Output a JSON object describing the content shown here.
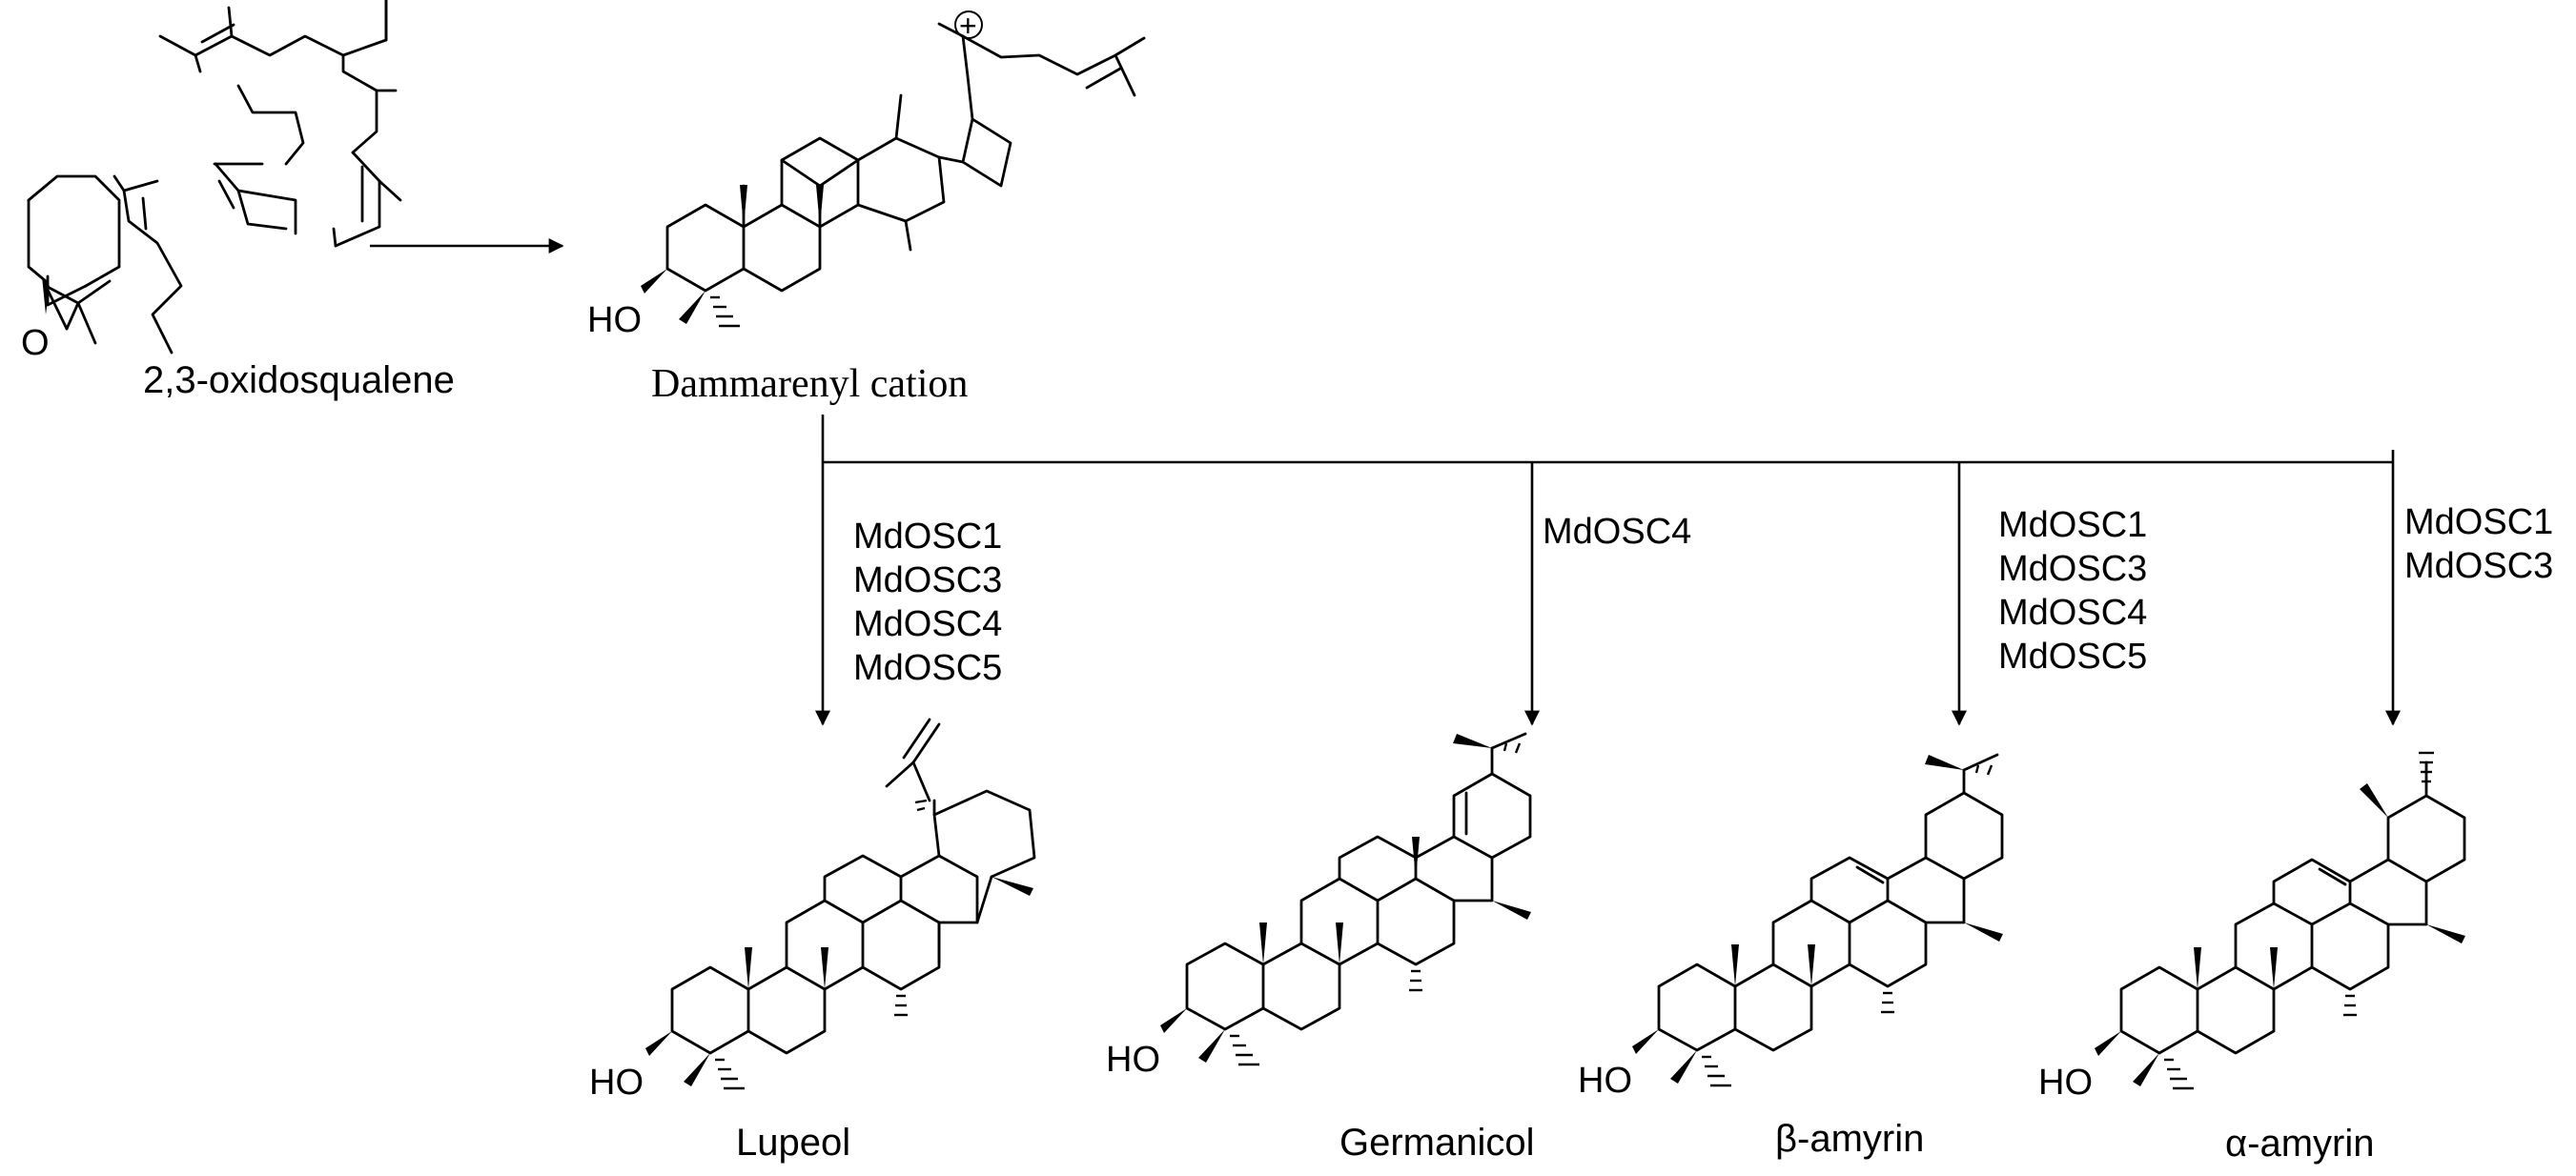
{
  "diagram": {
    "substrate_label": "2,3-oxidosqualene",
    "intermediate_label": "Dammarenyl cation",
    "atom_labels": {
      "oxygen": "O",
      "hydroxyl": "HO",
      "charge": "+"
    },
    "branches": [
      {
        "enzymes": [
          "MdOSC1",
          "MdOSC3",
          "MdOSC4",
          "MdOSC5"
        ],
        "product": "Lupeol"
      },
      {
        "enzymes": [
          "MdOSC4"
        ],
        "product": "Germanicol"
      },
      {
        "enzymes": [
          "MdOSC1",
          "MdOSC3",
          "MdOSC4",
          "MdOSC5"
        ],
        "product": "β-amyrin"
      },
      {
        "enzymes": [
          "MdOSC1",
          "MdOSC3"
        ],
        "product": "α-amyrin"
      }
    ]
  }
}
